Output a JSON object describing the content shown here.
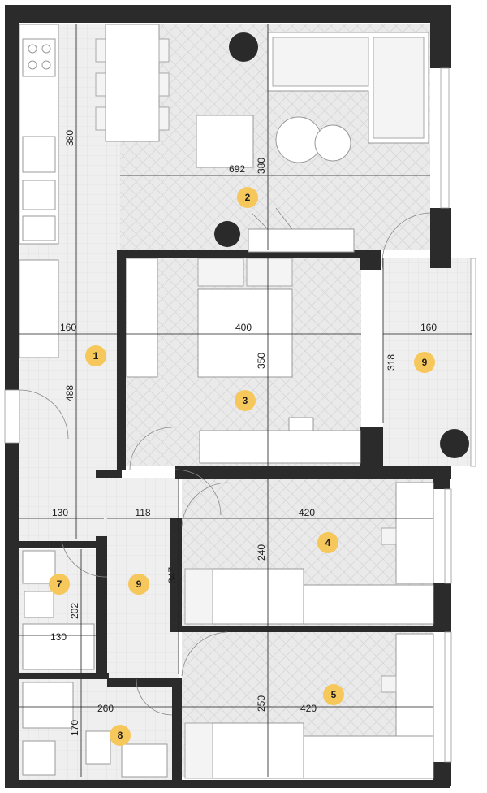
{
  "dimensions": [
    {
      "id": "d1",
      "text": "380"
    },
    {
      "id": "d2",
      "text": "692"
    },
    {
      "id": "d3",
      "text": "380"
    },
    {
      "id": "d4",
      "text": "160"
    },
    {
      "id": "d5",
      "text": "400"
    },
    {
      "id": "d6",
      "text": "350"
    },
    {
      "id": "d7",
      "text": "160"
    },
    {
      "id": "d8",
      "text": "318"
    },
    {
      "id": "d9",
      "text": "488"
    },
    {
      "id": "d10",
      "text": "130"
    },
    {
      "id": "d11",
      "text": "118"
    },
    {
      "id": "d12",
      "text": "420"
    },
    {
      "id": "d13",
      "text": "240"
    },
    {
      "id": "d14",
      "text": "347"
    },
    {
      "id": "d15",
      "text": "202"
    },
    {
      "id": "d16",
      "text": "130"
    },
    {
      "id": "d17",
      "text": "260"
    },
    {
      "id": "d18",
      "text": "250"
    },
    {
      "id": "d19",
      "text": "420"
    },
    {
      "id": "d20",
      "text": "170"
    }
  ],
  "rooms": [
    {
      "id": "r1",
      "label": "1"
    },
    {
      "id": "r2",
      "label": "2"
    },
    {
      "id": "r3",
      "label": "3"
    },
    {
      "id": "r9a",
      "label": "9"
    },
    {
      "id": "r4",
      "label": "4"
    },
    {
      "id": "r9b",
      "label": "9"
    },
    {
      "id": "r7",
      "label": "7"
    },
    {
      "id": "r5",
      "label": "5"
    },
    {
      "id": "r8",
      "label": "8"
    }
  ],
  "colors": {
    "wall": "#2b2b2b",
    "badge": "#f6c75a",
    "floor": "#ededed"
  }
}
